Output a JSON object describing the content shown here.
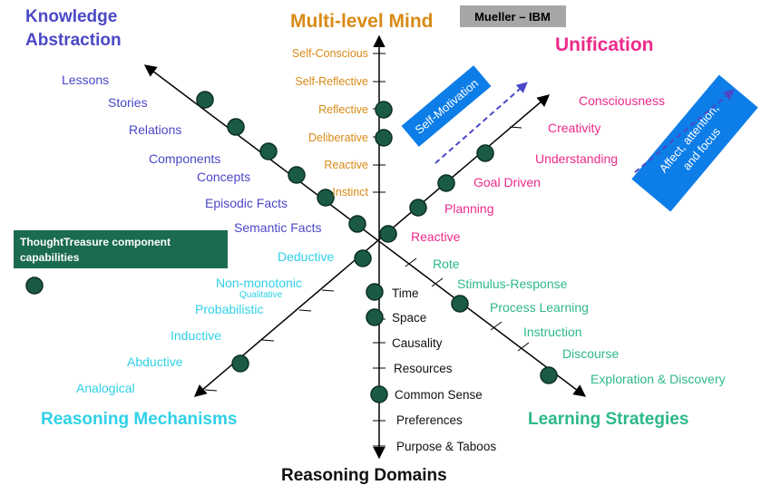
{
  "titles": {
    "knowledge_line1": "Knowledge",
    "knowledge_line2": "Abstraction",
    "mind": "Multi-level Mind",
    "credit": "Mueller – IBM",
    "unification": "Unification",
    "reasoning_mechanisms": "Reasoning Mechanisms",
    "learning_strategies": "Learning Strategies",
    "reasoning_domains": "Reasoning Domains"
  },
  "colors": {
    "knowledge": "#4b48c6",
    "mind": "#d98a16",
    "unification": "#ee2a8a",
    "reasoning": "#2fd0e8",
    "learning": "#2db889",
    "domains": "#111111",
    "node": "#1a5a46",
    "banner": "#0d7de8",
    "legend_bg": "#1b6b4e"
  },
  "knowledge_abstraction": [
    "Lessons",
    "Stories",
    "Relations",
    "Components",
    "Concepts",
    "Episodic Facts",
    "Semantic Facts"
  ],
  "mind_levels": [
    "Self-Conscious",
    "Self-Reflective",
    "Reflective",
    "Deliberative",
    "Reactive",
    "Instinct"
  ],
  "unification": [
    "Consciousness",
    "Creativity",
    "Understanding",
    "Goal Driven",
    "Planning",
    "Reactive"
  ],
  "reasoning_mechanisms": [
    "Deductive",
    "Non-monotonic",
    "Qualitative",
    "Probabilistic",
    "Inductive",
    "Abductive",
    "Analogical"
  ],
  "learning_strategies": [
    "Rote",
    "Stimulus-Response",
    "Process Learning",
    "Instruction",
    "Discourse",
    "Exploration & Discovery"
  ],
  "reasoning_domains": [
    "Time",
    "Space",
    "Causality",
    "Resources",
    "Common Sense",
    "Preferences",
    "Purpose & Taboos"
  ],
  "banners": {
    "self_motivation": "Self-Motivation",
    "affect_line1": "Affect, attention,",
    "affect_line2": "and focus"
  },
  "legend": {
    "line1": "ThoughtTreasure component",
    "line2": "capabilities"
  }
}
